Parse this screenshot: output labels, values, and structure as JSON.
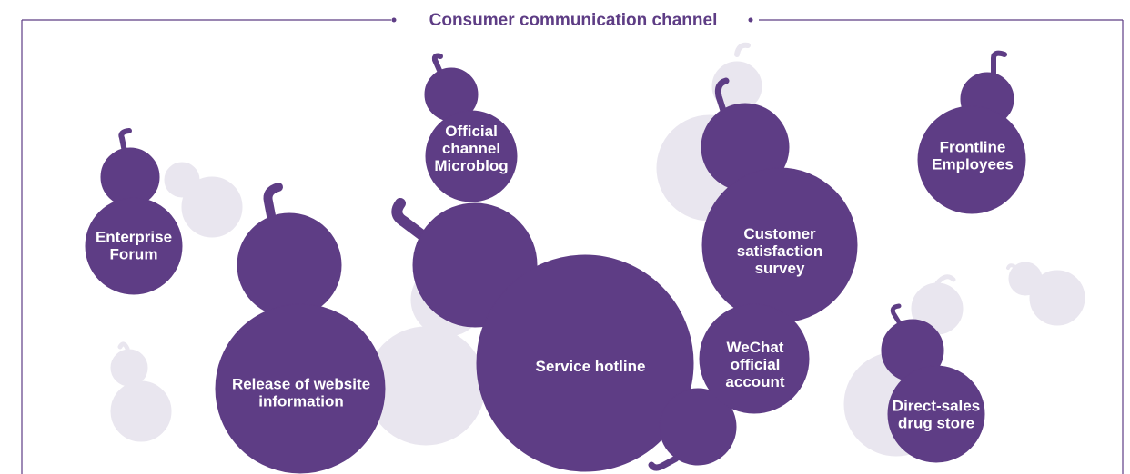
{
  "title": "Consumer communication channel",
  "colors": {
    "primary": "#5e3d85",
    "ghost": "#e9e6ef",
    "frame": "#5e3d85",
    "label": "#ffffff"
  },
  "channels": [
    {
      "id": "enterprise-forum",
      "lines": [
        "Enterprise",
        "Forum"
      ]
    },
    {
      "id": "release-of-website-information",
      "lines": [
        "Release of website",
        "information"
      ]
    },
    {
      "id": "official-channel-microblog",
      "lines": [
        "Official",
        "channel",
        "Microblog"
      ]
    },
    {
      "id": "service-hotline",
      "lines": [
        "Service hotline"
      ]
    },
    {
      "id": "customer-satisfaction-survey",
      "lines": [
        "Customer",
        "satisfaction",
        "survey"
      ]
    },
    {
      "id": "wechat-official-account",
      "lines": [
        "WeChat",
        "official",
        "account"
      ]
    },
    {
      "id": "frontline-employees",
      "lines": [
        "Frontline",
        "Employees"
      ]
    },
    {
      "id": "direct-sales-drug-store",
      "lines": [
        "Direct-sales",
        "drug store"
      ]
    }
  ]
}
